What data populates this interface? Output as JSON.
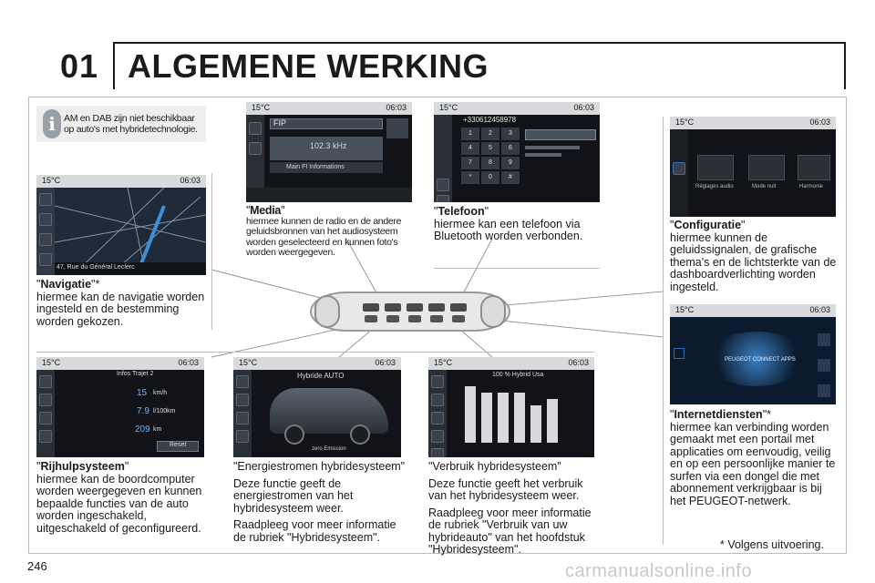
{
  "header": {
    "chapter_number": "01",
    "chapter_title": "ALGEMENE WERKING"
  },
  "info_note": "AM en DAB zijn niet beschikbaar op auto's met hybridetechnologie.",
  "screens": {
    "media": {
      "temp": "15°C",
      "clock": "06:03",
      "station": "FIP",
      "freq": "102.3 kHz",
      "info": "Main FI Informations"
    },
    "telefoon": {
      "temp": "15°C",
      "clock": "06:03",
      "number": "+330612458978",
      "keys": [
        "1",
        "2",
        "3",
        "4",
        "5",
        "6",
        "7",
        "8",
        "9",
        "*",
        "0",
        "#"
      ]
    },
    "configuratie": {
      "temp": "15°C",
      "clock": "06:03",
      "options": [
        "Réglages audio",
        "Mode nuit",
        "Harmonie"
      ]
    },
    "navigatie": {
      "temp": "15°C",
      "clock": "06:03",
      "address": "47, Rue du Général Leclerc"
    },
    "internet": {
      "temp": "15°C",
      "clock": "06:03",
      "label": "PEUGEOT CONNECT APPS"
    },
    "rijhulp": {
      "temp": "15°C",
      "clock": "06:03",
      "title": "Infos Trajet 2",
      "values": [
        "15",
        "7.9",
        "209"
      ],
      "units": [
        "km/h",
        "l/100km",
        "km"
      ],
      "reset": "Reset"
    },
    "energie": {
      "temp": "15°C",
      "clock": "06:03",
      "title": "Hybride AUTO",
      "sub": "zero Emission"
    },
    "verbruik": {
      "temp": "15°C",
      "clock": "06:03",
      "title": "100 % Hybrid Usa",
      "bars": [
        9,
        8,
        8,
        8,
        6,
        7
      ]
    }
  },
  "captions": {
    "media": {
      "title": "Media",
      "body": "hiermee kunnen de radio en de andere geluidsbronnen van het audiosysteem worden geselecteerd en kunnen foto's worden weergegeven."
    },
    "telefoon": {
      "title": "Telefoon",
      "body": "hiermee kan een telefoon via Bluetooth worden verbonden."
    },
    "configuratie": {
      "title": "Configuratie",
      "body": "hiermee kunnen de geluidssignalen, de grafische thema's en de lichtsterkte van de dashboardverlichting worden ingesteld."
    },
    "navigatie": {
      "title": "Navigatie",
      "star": "*",
      "body": "hiermee kan de navigatie worden ingesteld en de bestemming worden gekozen."
    },
    "internet": {
      "title": "Internetdiensten",
      "star": "*",
      "body": "hiermee kan verbinding worden gemaakt met een portail met applicaties om eenvoudig, veilig en op een persoonlijke manier te surfen via een dongel die met abonnement verkrijgbaar is bij het PEUGEOT-netwerk."
    },
    "rijhulp": {
      "title": "Rijhulpsysteem",
      "body": "hiermee kan de boordcomputer worden weergegeven en kunnen bepaalde functies van de auto worden ingeschakeld, uitgeschakeld of geconfigureerd."
    },
    "energie": {
      "title": "\"Energiestromen hybridesysteem\"",
      "p1": "Deze functie geeft de energiestromen van het hybridesysteem weer.",
      "p2": "Raadpleeg voor meer informatie de rubriek \"Hybridesysteem\"."
    },
    "verbruik": {
      "title": "\"Verbruik hybridesysteem\"",
      "p1": "Deze functie geeft het verbruik van het hybridesysteem weer.",
      "p2": "Raadpleeg voor meer informatie de rubriek \"Verbruik van uw hybrideauto\" van het hoofdstuk \"Hybridesysteem\"."
    }
  },
  "footnote": "* Volgens uitvoering.",
  "page_number": "246",
  "watermark": "carmanualsonline.info"
}
